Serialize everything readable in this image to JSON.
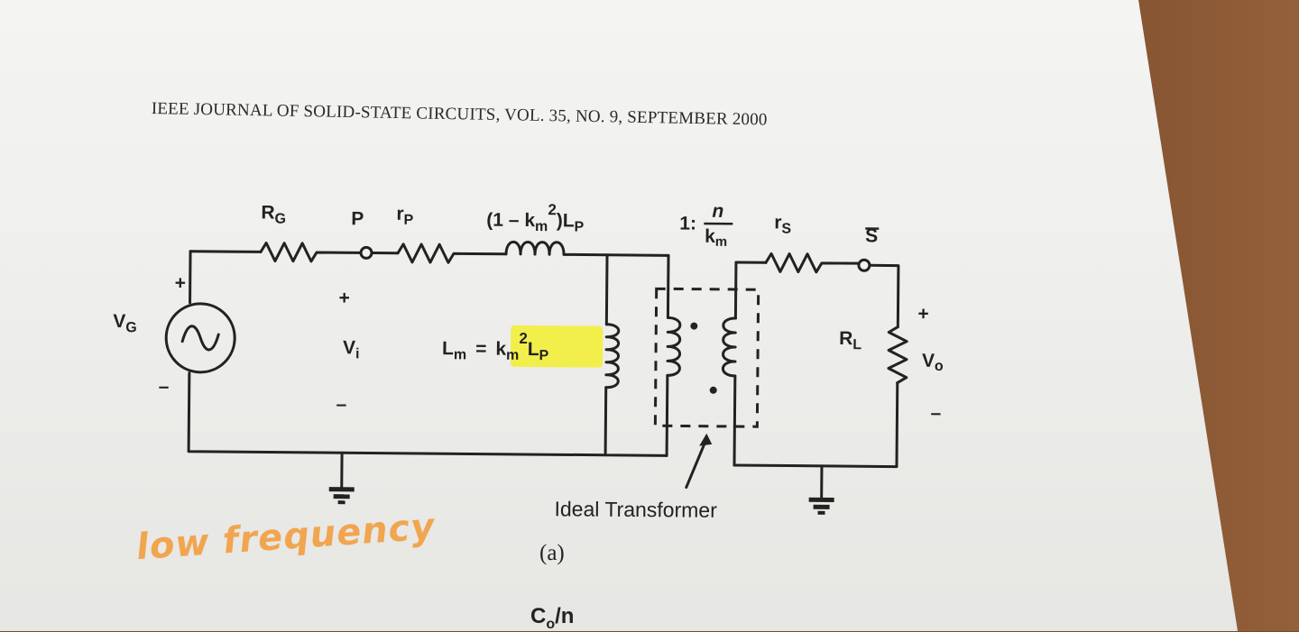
{
  "header": "IEEE JOURNAL OF SOLID-STATE CIRCUITS, VOL. 35, NO. 9, SEPTEMBER 2000",
  "circuit": {
    "rg": "R",
    "rg_sub": "G",
    "node_p": "P",
    "rp": "r",
    "rp_sub": "P",
    "leak_pre": "(1 – k",
    "leak_sub": "m",
    "leak_sup": "2",
    "leak_post": ")L",
    "leak_post_sub": "P",
    "ratio_pre": "1:",
    "ratio_num": "n",
    "ratio_den": "k",
    "ratio_den_sub": "m",
    "rs": "r",
    "rs_sub": "S",
    "node_s": "S",
    "vg": "V",
    "vg_sub": "G",
    "vg_plus": "+",
    "vg_minus": "–",
    "vi": "V",
    "vi_sub": "i",
    "vi_plus": "+",
    "vi_minus": "–",
    "lm_main": "L",
    "lm_main_sub": "m",
    "lm_eq": "=",
    "lm_k": "k",
    "lm_k_sub": "m",
    "lm_k_sup": "2",
    "lm_lp": "L",
    "lm_lp_sub": "P",
    "rl": "R",
    "rl_sub": "L",
    "vo": "V",
    "vo_sub": "o",
    "vo_plus": "+",
    "vo_minus": "–",
    "transformer_label": "Ideal Transformer"
  },
  "caption": "(a)",
  "footer_partial": "C",
  "footer_partial_sub": "o",
  "footer_partial_post": "/n",
  "annotation": {
    "text": "low frequency",
    "color": "#f39a35"
  },
  "highlight_color": "#f2ee3a"
}
